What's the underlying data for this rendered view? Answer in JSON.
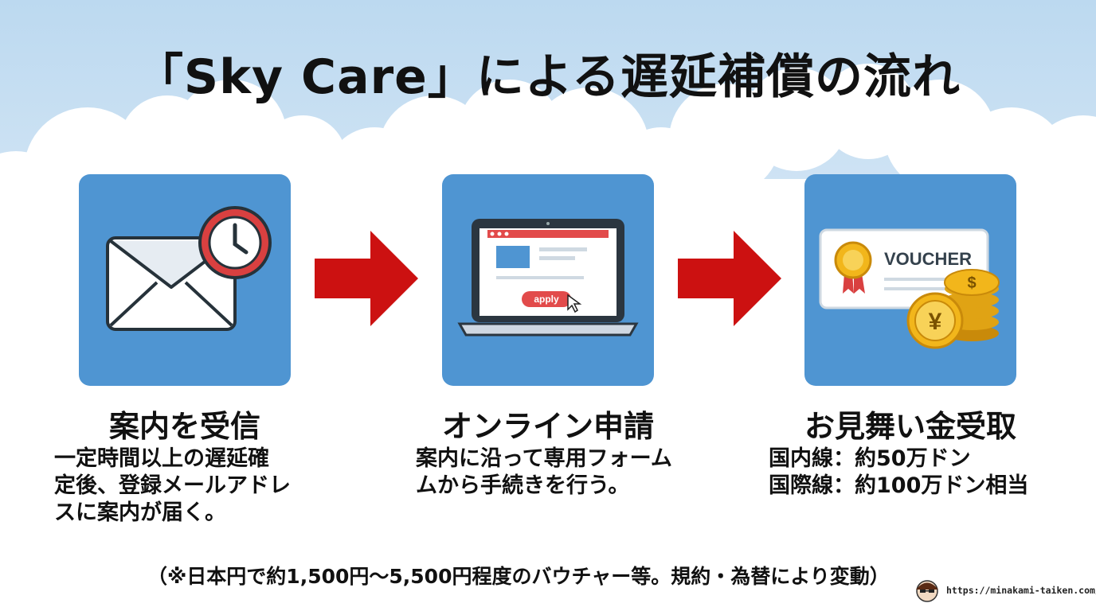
{
  "title": "「Sky Care」による遅延補償の流れ",
  "steps": [
    {
      "title": "案内を受信",
      "lines": [
        "一定時間以上の遅延確",
        "定後、登録メールアドレ",
        "スに案内が届く。"
      ]
    },
    {
      "title": "オンライン申請",
      "lines": [
        "案内に沿って専用フォーム",
        "ムから手続きを行う。"
      ],
      "button_label": "apply"
    },
    {
      "title": "お見舞い金受取",
      "lines": [
        "国内線：約50万ドン",
        "国際線：約100万ドン相当"
      ],
      "voucher_label": "VOUCHER",
      "coin_symbols": [
        "$",
        "¥"
      ]
    }
  ],
  "note": "（※日本円で約1,500円〜5,500円程度のバウチャー等。規約・為替により変動）",
  "footer": {
    "url": "https://minakami-taiken.com/"
  },
  "colors": {
    "card": "#4f95d2",
    "arrow": "#cc1111",
    "sky": "#c6def2"
  }
}
